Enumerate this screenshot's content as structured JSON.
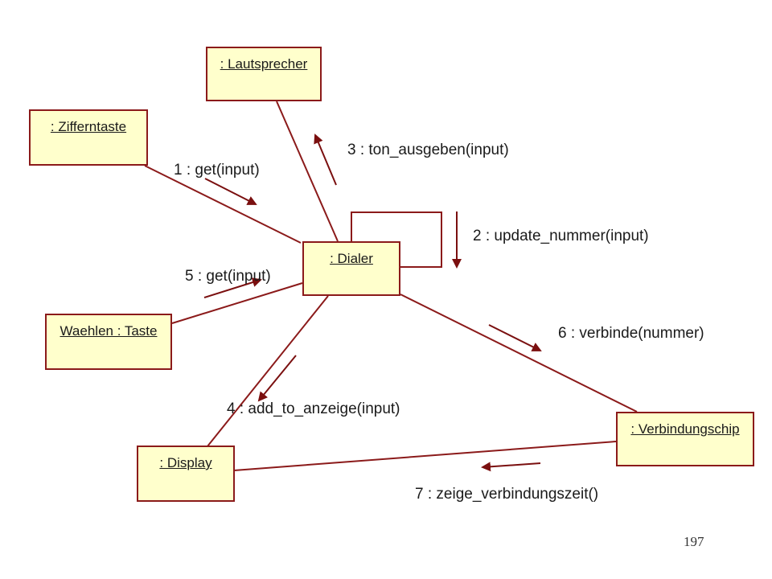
{
  "objects": {
    "lautsprecher": ": Lautsprecher",
    "zifferntaste": ": Zifferntaste",
    "dialer": ": Dialer",
    "waehlen_taste": "Waehlen : Taste",
    "display": ": Display",
    "verbindungschip": ": Verbindungschip"
  },
  "messages": {
    "m1": "1 : get(input)",
    "m2": "2 : update_nummer(input)",
    "m3": "3 : ton_ausgeben(input)",
    "m4": "4 : add_to_anzeige(input)",
    "m5": "5 : get(input)",
    "m6": "6 : verbinde(nummer)",
    "m7": "7 : zeige_verbindungszeit()"
  },
  "page_number": "197",
  "colors": {
    "line": "#8b1a1a",
    "box_fill": "#ffffcc",
    "arrow": "#7a0f0f"
  }
}
